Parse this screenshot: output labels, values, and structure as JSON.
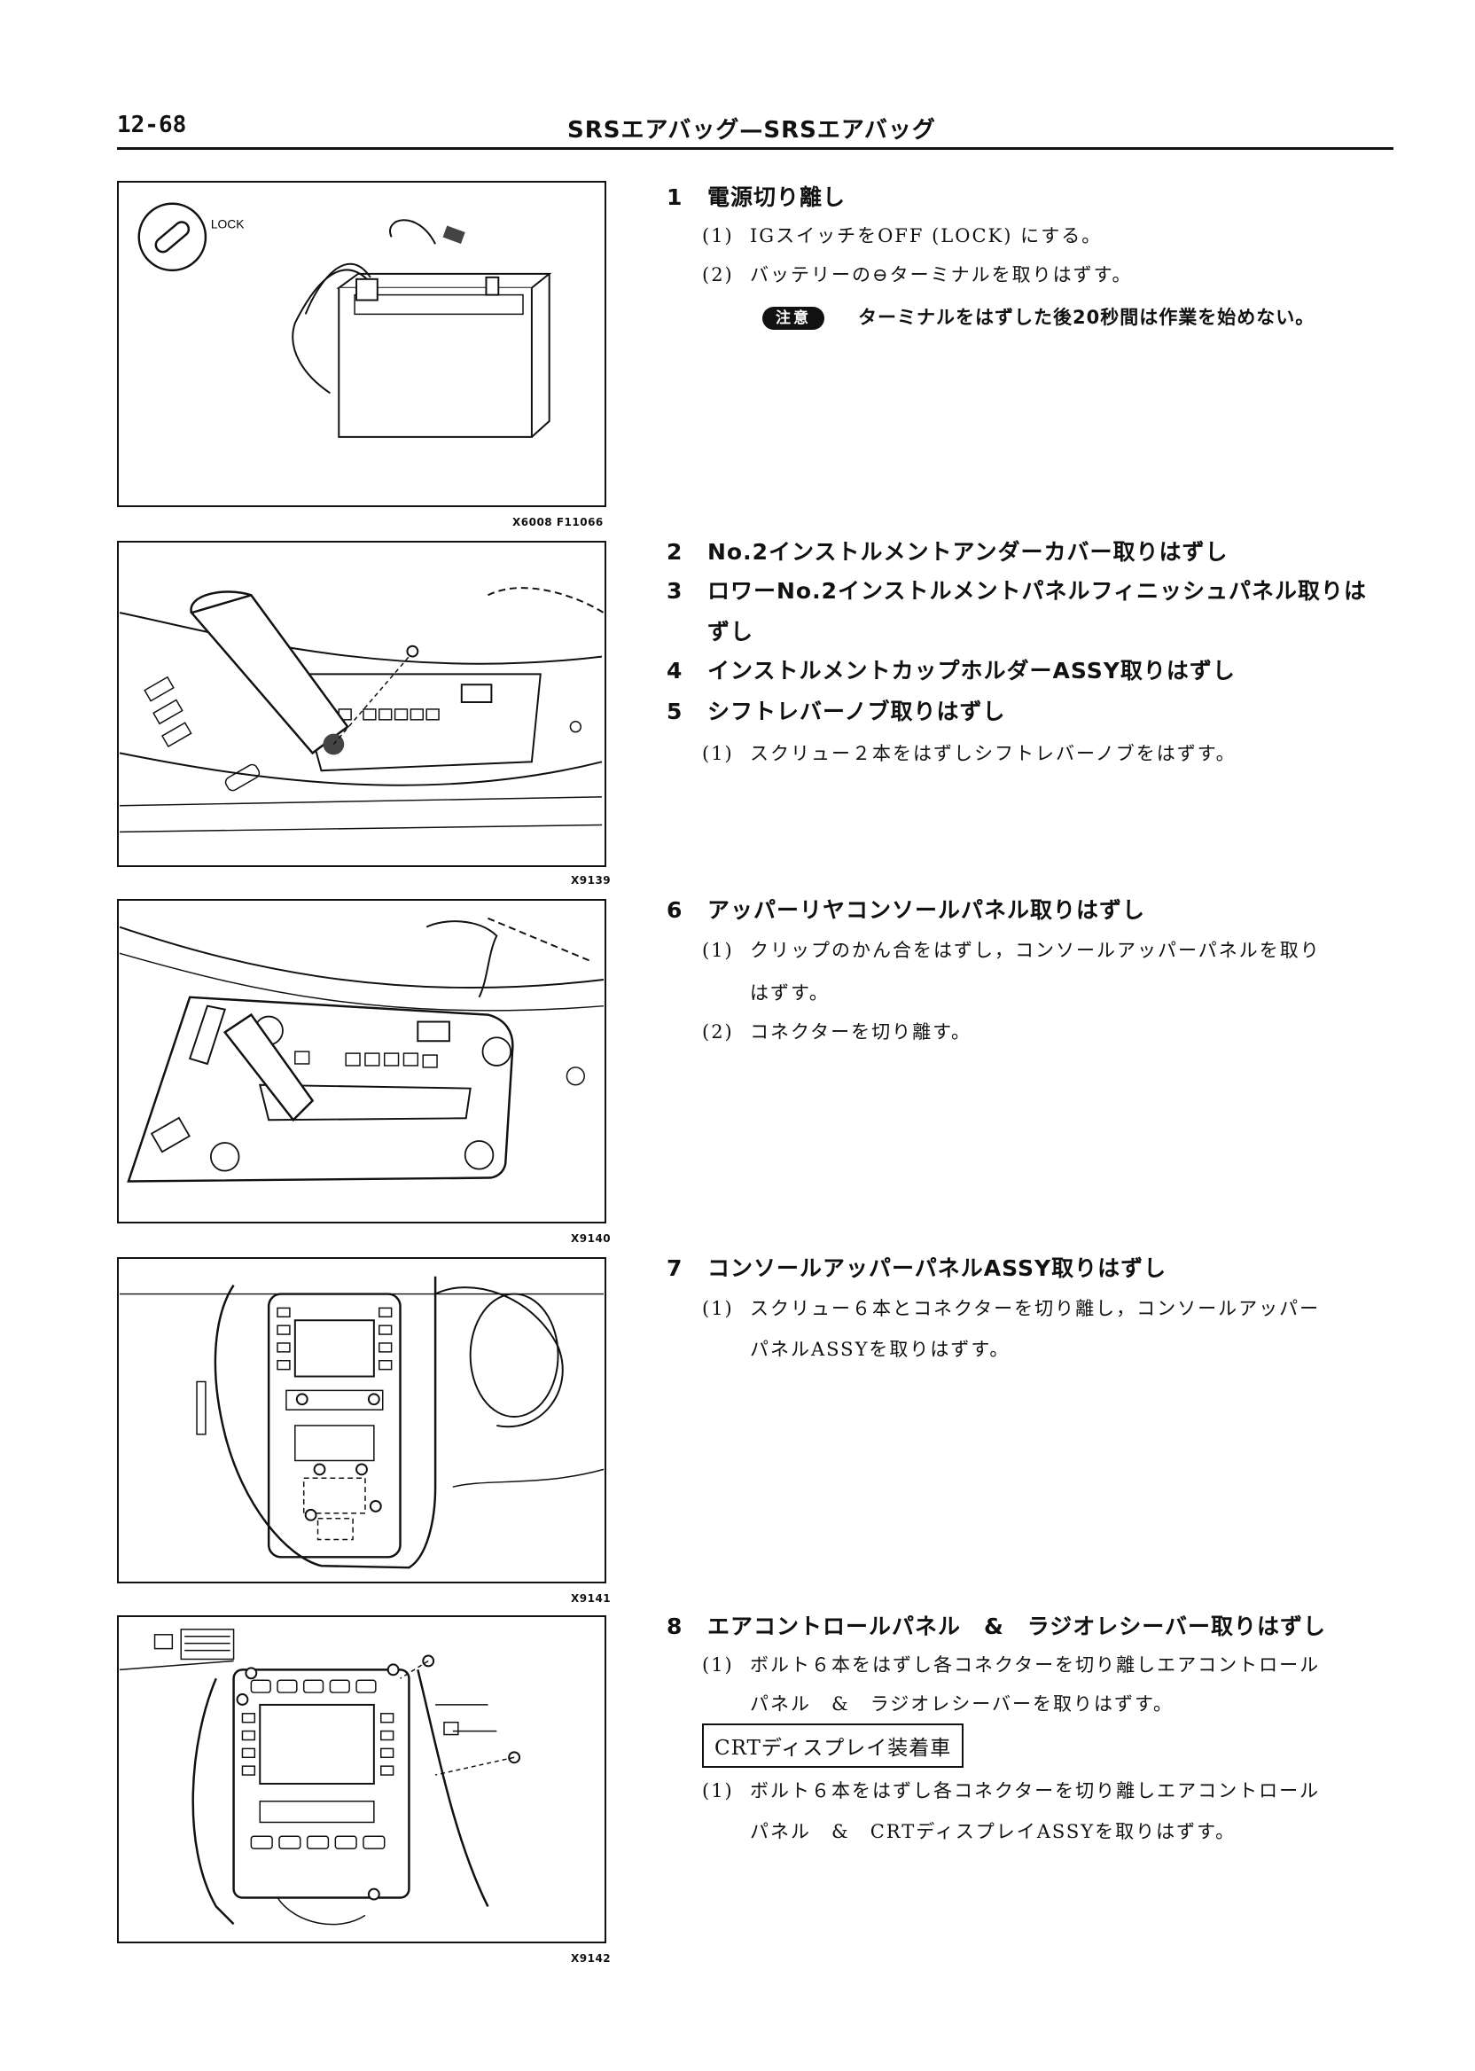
{
  "header": {
    "page_number": "12-68",
    "title": "SRSエアバッグ—SRSエアバッグ"
  },
  "figures": [
    {
      "label": "X6008  F11066",
      "callout": "LOCK"
    },
    {
      "label": "X9139"
    },
    {
      "label": "X9140"
    },
    {
      "label": "X9141"
    },
    {
      "label": "X9142"
    }
  ],
  "steps": {
    "s1": {
      "num": "1",
      "title": "電源切り離し"
    },
    "s1_sub1": {
      "num": "(1)",
      "text": "IGスイッチをOFF (LOCK) にする。"
    },
    "s1_sub2": {
      "num": "(2)",
      "text": "バッテリーの⊖ターミナルを取りはずす。"
    },
    "caution": {
      "badge": "注意",
      "text": "ターミナルをはずした後20秒間は作業を始めない。"
    },
    "s2": {
      "num": "2",
      "title": "No.2インストルメントアンダーカバー取りはずし"
    },
    "s3": {
      "num": "3",
      "title": "ロワーNo.2インストルメントパネルフィニッシュパネル取りは",
      "title_cont": "ずし"
    },
    "s4": {
      "num": "4",
      "title": "インストルメントカップホルダーASSY取りはずし"
    },
    "s5": {
      "num": "5",
      "title": "シフトレバーノブ取りはずし"
    },
    "s5_sub1": {
      "num": "(1)",
      "text": "スクリュー２本をはずしシフトレバーノブをはずす。"
    },
    "s6": {
      "num": "6",
      "title": "アッパーリヤコンソールパネル取りはずし"
    },
    "s6_sub1": {
      "num": "(1)",
      "text": "クリップのかん合をはずし，コンソールアッパーパネルを取り",
      "text_cont": "はずす。"
    },
    "s6_sub2": {
      "num": "(2)",
      "text": "コネクターを切り離す。"
    },
    "s7": {
      "num": "7",
      "title": "コンソールアッパーパネルASSY取りはずし"
    },
    "s7_sub1": {
      "num": "(1)",
      "text": "スクリュー６本とコネクターを切り離し，コンソールアッパー",
      "text_cont": "パネルASSYを取りはずす。"
    },
    "s8": {
      "num": "8",
      "title": "エアコントロールパネル　&　ラジオレシーバー取りはずし"
    },
    "s8_sub1": {
      "num": "(1)",
      "text": "ボルト６本をはずし各コネクターを切り離しエアコントロール",
      "text_cont": "パネル　&　ラジオレシーバーを取りはずす。"
    },
    "crt_box": "CRTディスプレイ装着車",
    "s8_crt1": {
      "num": "(1)",
      "text": "ボルト６本をはずし各コネクターを切り離しエアコントロール",
      "text_cont": "パネル　&　CRTディスプレイASSYを取りはずす。"
    }
  }
}
